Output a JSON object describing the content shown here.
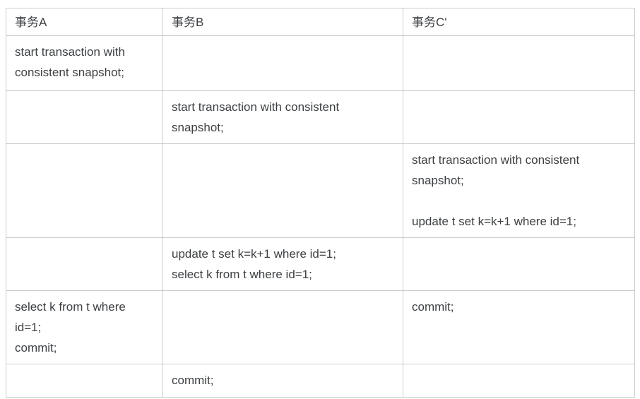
{
  "table": {
    "columns": [
      {
        "label": "事务A"
      },
      {
        "label": "事务B"
      },
      {
        "label": "事务C'"
      }
    ],
    "rows": [
      {
        "cells": [
          {
            "lines": [
              "start transaction with consistent snapshot;"
            ]
          },
          {
            "lines": []
          },
          {
            "lines": []
          }
        ]
      },
      {
        "cells": [
          {
            "lines": []
          },
          {
            "lines": [
              "start transaction with consistent snapshot;"
            ]
          },
          {
            "lines": []
          }
        ]
      },
      {
        "cells": [
          {
            "lines": []
          },
          {
            "lines": []
          },
          {
            "lines": [
              "start transaction with consistent snapshot;",
              "",
              "update t set k=k+1 where id=1;"
            ]
          }
        ]
      },
      {
        "cells": [
          {
            "lines": []
          },
          {
            "lines": [
              "update t set k=k+1 where id=1;",
              "select k from t where id=1;"
            ]
          },
          {
            "lines": []
          }
        ]
      },
      {
        "cells": [
          {
            "lines": [
              "select k from t where id=1;",
              "commit;"
            ]
          },
          {
            "lines": []
          },
          {
            "lines": [
              "commit;"
            ]
          }
        ]
      },
      {
        "cells": [
          {
            "lines": []
          },
          {
            "lines": [
              "commit;"
            ]
          },
          {
            "lines": []
          }
        ]
      }
    ],
    "colors": {
      "border": "#cccccc",
      "text": "#3d4043",
      "background": "#ffffff"
    }
  }
}
